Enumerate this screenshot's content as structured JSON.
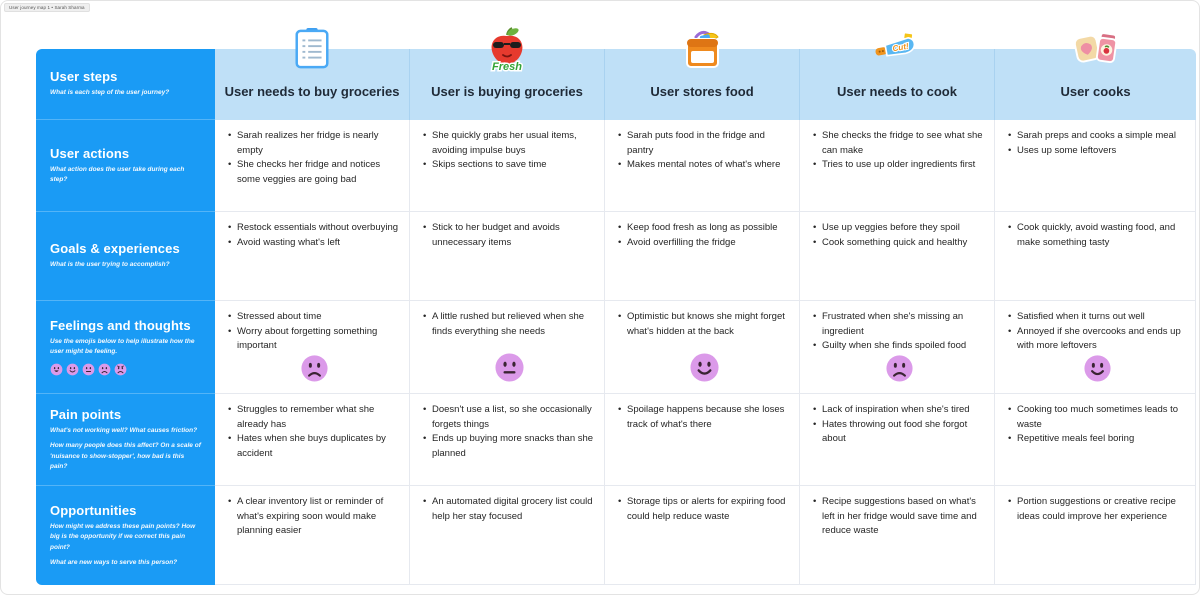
{
  "window": {
    "tab_title": "User journey map 1 • Sarah Sharma"
  },
  "colors": {
    "accent_blue": "#1a9bf5",
    "header_blue": "#bfe0f7",
    "emoji_purple": "#db9ae9"
  },
  "row_headers": [
    {
      "title": "User steps",
      "subtitle": "What is each step of the user journey?"
    },
    {
      "title": "User actions",
      "subtitle": "What action does the user take during each step?"
    },
    {
      "title": "Goals & experiences",
      "subtitle": "What is the user trying to accomplish?"
    },
    {
      "title": "Feelings and thoughts",
      "subtitle": "Use the emojis below to help illustrate how the user might be feeling.",
      "emoji_strip": [
        "grin",
        "smile",
        "neutral",
        "sad",
        "angry"
      ]
    },
    {
      "title": "Pain points",
      "subtitle": "What's not working well? What causes friction?",
      "subtitle2": "How many people does this affect? On a scale of 'nuisance to show-stopper', how bad is this pain?"
    },
    {
      "title": "Opportunities",
      "subtitle": "How might we address these pain points? How big is the opportunity if we correct this pain point?",
      "subtitle2": "What are new ways to serve this person?"
    }
  ],
  "columns": [
    {
      "step": "User needs to buy groceries",
      "icon": "list-sticker-icon",
      "actions": [
        "Sarah realizes her fridge is nearly empty",
        "She checks her fridge and notices some veggies are going bad"
      ],
      "goals": [
        "Restock essentials without overbuying",
        "Avoid wasting what's left"
      ],
      "feelings": [
        "Stressed about time",
        "Worry about forgetting something important"
      ],
      "mood": "sad",
      "pain_points": [
        "Struggles to remember what she already has",
        "Hates when she buys duplicates by accident"
      ],
      "opportunities": [
        "A clear inventory list or reminder of what's expiring soon would make planning easier"
      ]
    },
    {
      "step": "User is buying groceries",
      "icon": "fresh-apple-sticker-icon",
      "actions": [
        "She quickly grabs her usual items, avoiding impulse buys",
        "Skips sections to save time"
      ],
      "goals": [
        "Stick to her budget and avoids unnecessary items"
      ],
      "feelings": [
        "A little rushed but relieved when she finds everything she needs"
      ],
      "mood": "neutral",
      "pain_points": [
        "Doesn't use a list, so she occasionally forgets things",
        "Ends up buying more snacks than she planned"
      ],
      "opportunities": [
        "An automated digital grocery list could help her stay focused"
      ]
    },
    {
      "step": "User stores food",
      "icon": "grocery-bag-sticker-icon",
      "actions": [
        "Sarah puts food in the fridge and pantry",
        "Makes mental notes of what's where"
      ],
      "goals": [
        "Keep food fresh as long as possible",
        "Avoid overfilling the fridge"
      ],
      "feelings": [
        "Optimistic but knows she might forget what's hidden at the back"
      ],
      "mood": "happy",
      "pain_points": [
        "Spoilage happens because she loses track of what's there"
      ],
      "opportunities": [
        "Storage tips or alerts for expiring food could help reduce waste"
      ]
    },
    {
      "step": "User needs to cook",
      "icon": "cut-knife-sticker-icon",
      "actions": [
        "She checks the fridge to see what she can make",
        "Tries to use up older ingredients first"
      ],
      "goals": [
        "Use up veggies before they spoil",
        "Cook something quick and healthy"
      ],
      "feelings": [
        "Frustrated when she's missing an ingredient",
        "Guilty when she finds spoiled food"
      ],
      "mood": "sad",
      "pain_points": [
        "Lack of inspiration when she's tired",
        "Hates throwing out food she forgot about"
      ],
      "opportunities": [
        "Recipe suggestions based on what's left in her fridge would save time and reduce waste"
      ]
    },
    {
      "step": "User cooks",
      "icon": "toast-and-jam-sticker-icon",
      "actions": [
        "Sarah preps and cooks a simple meal",
        "Uses up some leftovers"
      ],
      "goals": [
        "Cook quickly, avoid wasting food, and make something tasty"
      ],
      "feelings": [
        "Satisfied when it turns out well",
        "Annoyed if she overcooks and ends up with more leftovers"
      ],
      "mood": "happy",
      "pain_points": [
        "Cooking too much sometimes leads to waste",
        "Repetitive meals feel boring"
      ],
      "opportunities": [
        "Portion suggestions or creative recipe ideas could improve her experience"
      ]
    }
  ]
}
